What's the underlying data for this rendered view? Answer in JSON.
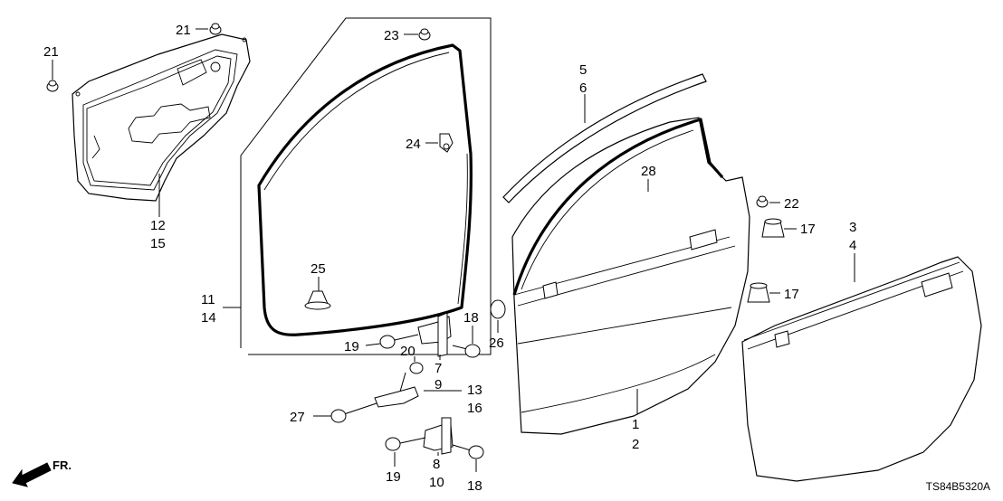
{
  "diagram_code": "TS84B5320A",
  "direction_label": "FR.",
  "callouts": {
    "c1": "1",
    "c2": "2",
    "c3": "3",
    "c4": "4",
    "c5": "5",
    "c6": "6",
    "c7": "7",
    "c8": "8",
    "c9": "9",
    "c10": "10",
    "c11": "11",
    "c12": "12",
    "c13": "13",
    "c14": "14",
    "c15": "15",
    "c16": "16",
    "c17a": "17",
    "c17b": "17",
    "c18a": "18",
    "c18b": "18",
    "c19a": "19",
    "c19b": "19",
    "c20": "20",
    "c21a": "21",
    "c21b": "21",
    "c22": "22",
    "c23": "23",
    "c24": "24",
    "c25": "25",
    "c26": "26",
    "c27": "27",
    "c28": "28"
  }
}
